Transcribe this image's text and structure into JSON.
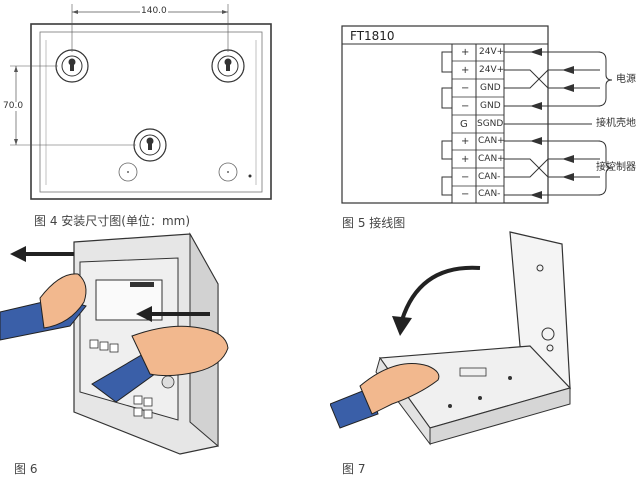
{
  "fig4": {
    "dim_width": "140.0",
    "dim_height": "70.0",
    "caption": "图 4 安装尺寸图(单位：mm)"
  },
  "fig5": {
    "model": "FT1810",
    "polarity": [
      "+",
      "+",
      "−",
      "−",
      "G",
      "+",
      "+",
      "−",
      "−"
    ],
    "terminals": [
      "24V+",
      "24V+",
      "GND",
      "GND",
      "SGND",
      "CAN+",
      "CAN+",
      "CAN-",
      "CAN-"
    ],
    "label_power": "电源",
    "label_shell_ground": "接机壳地",
    "label_controller": "接控制器",
    "caption": "图 5 接线图"
  },
  "fig6": {
    "caption": "图 6"
  },
  "fig7": {
    "caption": "图 7"
  },
  "colors": {
    "line": "#3a3a3a",
    "skin": "#f2b88e",
    "sleeve": "#3a5fa8",
    "device": "#e4e4e4"
  }
}
